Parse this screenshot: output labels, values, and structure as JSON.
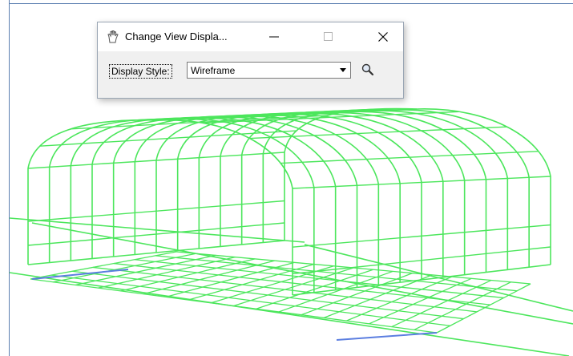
{
  "dialog": {
    "title": "Change View Displa...",
    "display_style_label": "Display Style:",
    "display_style_value": "Wireframe"
  },
  "icons": {
    "app": "hand-icon",
    "minimize": "minimize-icon",
    "maximize": "maximize-icon",
    "close": "close-icon",
    "search": "magnifier-icon",
    "dropdown": "chevron-down-icon"
  },
  "colors": {
    "wireframe": "#4ce65c",
    "edge_highlight": "#5b7ee0",
    "view_border": "#5b7fb0",
    "dialog_bg": "#f0f0f0"
  }
}
